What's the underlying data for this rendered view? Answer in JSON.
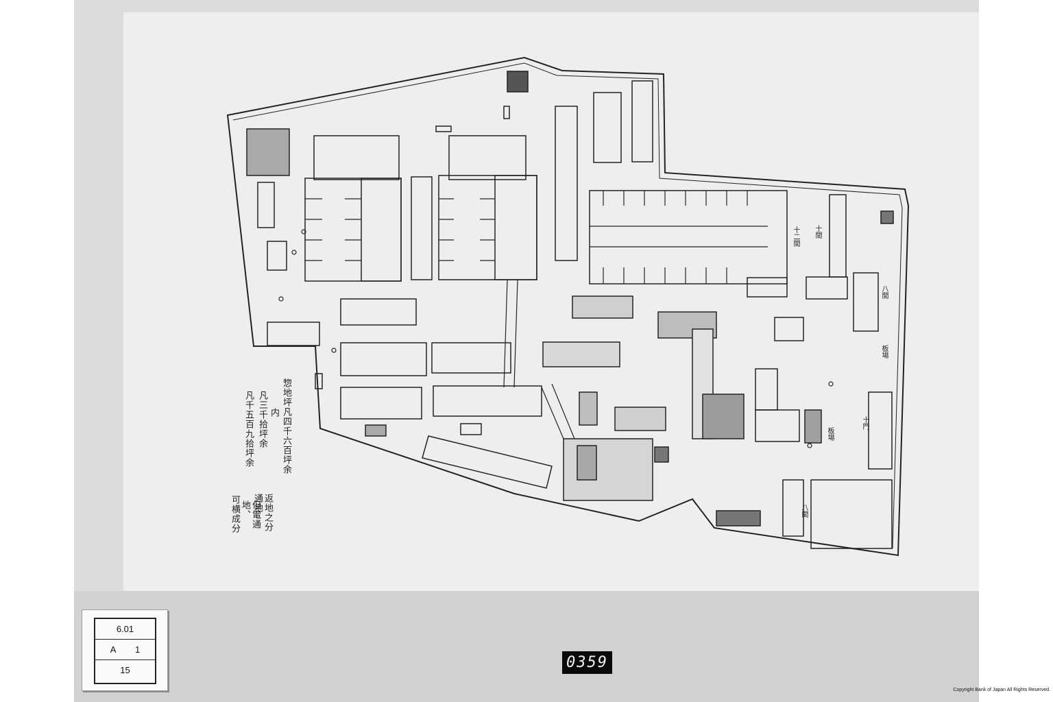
{
  "document": {
    "archive_label": {
      "line1": "6.01",
      "line2_left": "A",
      "line2_right": "1",
      "line3": "15"
    },
    "frame_counter": "0359",
    "copyright": "Copyright Bank of Japan All Rights Reserved.",
    "plan_notes": {
      "total_area": "惣地坪凡四千六百坪余",
      "breakdown_head": "内",
      "item1": "凡三千拾坪余",
      "item2": "凡千五百九拾坪余",
      "item3a": "返地之分",
      "item3b": "通地",
      "item4a": "但電通地、",
      "item4b": "可横成分"
    },
    "room_labels": {
      "l1": "八間",
      "l2": "十間",
      "l3": "板場",
      "l4": "十門",
      "l5": "板場",
      "l6": "八間",
      "l7": "十二間"
    }
  }
}
